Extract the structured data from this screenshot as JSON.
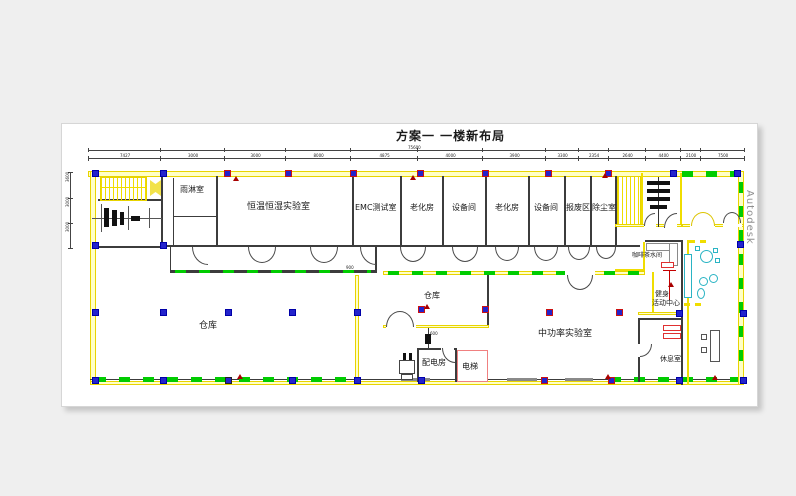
{
  "title": "方案一  一楼新布局",
  "watermark": "Autodesk",
  "rooms": {
    "rain_room": "雨淋室",
    "climate_lab": "恒温恒湿实验室",
    "emc_room": "EMC测试室",
    "aging_room_1": "老化房",
    "equipment_room_1": "设备间",
    "aging_room_2": "老化房",
    "equipment_room_2": "设备间",
    "scrap_area": "报废区",
    "dust_room": "除尘室",
    "warehouse_big": "仓库",
    "warehouse_small": "仓库",
    "mid_power_lab": "中功率实验室",
    "power_dist_room": "配电房",
    "elevator": "电梯",
    "coffee_room": "咖啡茶水间",
    "gym_line1": "健身",
    "gym_line2": "活动中心",
    "rest_room": "休息室"
  },
  "dimensions": {
    "overall": "75600",
    "top": [
      "7427",
      "3000",
      "3000",
      "8000",
      "4875",
      "4000",
      "3900",
      "3300",
      "2354",
      "2640",
      "4400",
      "2100",
      "7500"
    ],
    "left": [
      "3600",
      "3000",
      "3000"
    ],
    "wall_marks": [
      "900",
      "600"
    ]
  }
}
